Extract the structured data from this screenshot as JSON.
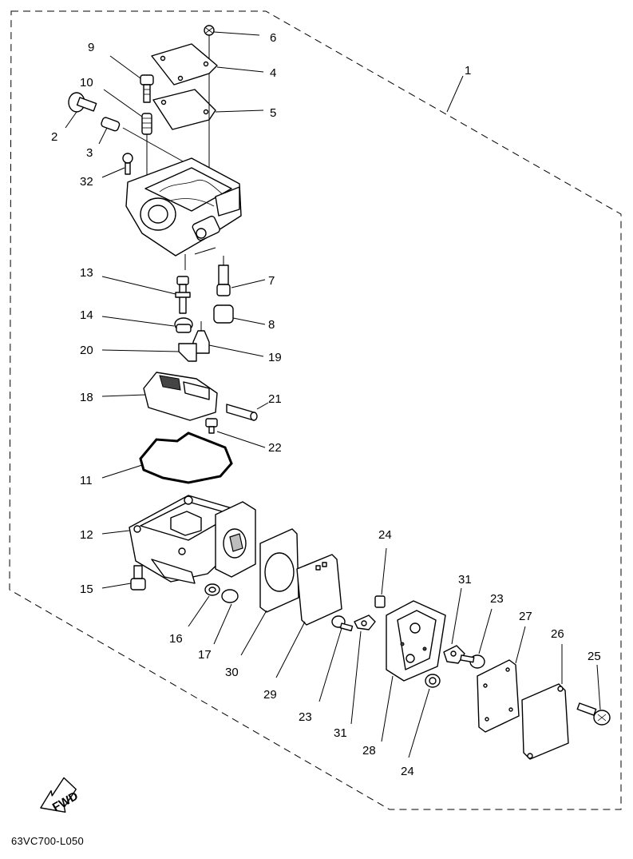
{
  "diagram": {
    "code": "63VC700-L050",
    "fwd": "FWD",
    "labels": [
      "1",
      "2",
      "3",
      "4",
      "5",
      "6",
      "7",
      "8",
      "9",
      "10",
      "11",
      "12",
      "13",
      "14",
      "15",
      "16",
      "17",
      "18",
      "19",
      "20",
      "21",
      "22",
      "23",
      "23",
      "24",
      "24",
      "25",
      "26",
      "27",
      "28",
      "29",
      "30",
      "31",
      "31",
      "32"
    ]
  }
}
